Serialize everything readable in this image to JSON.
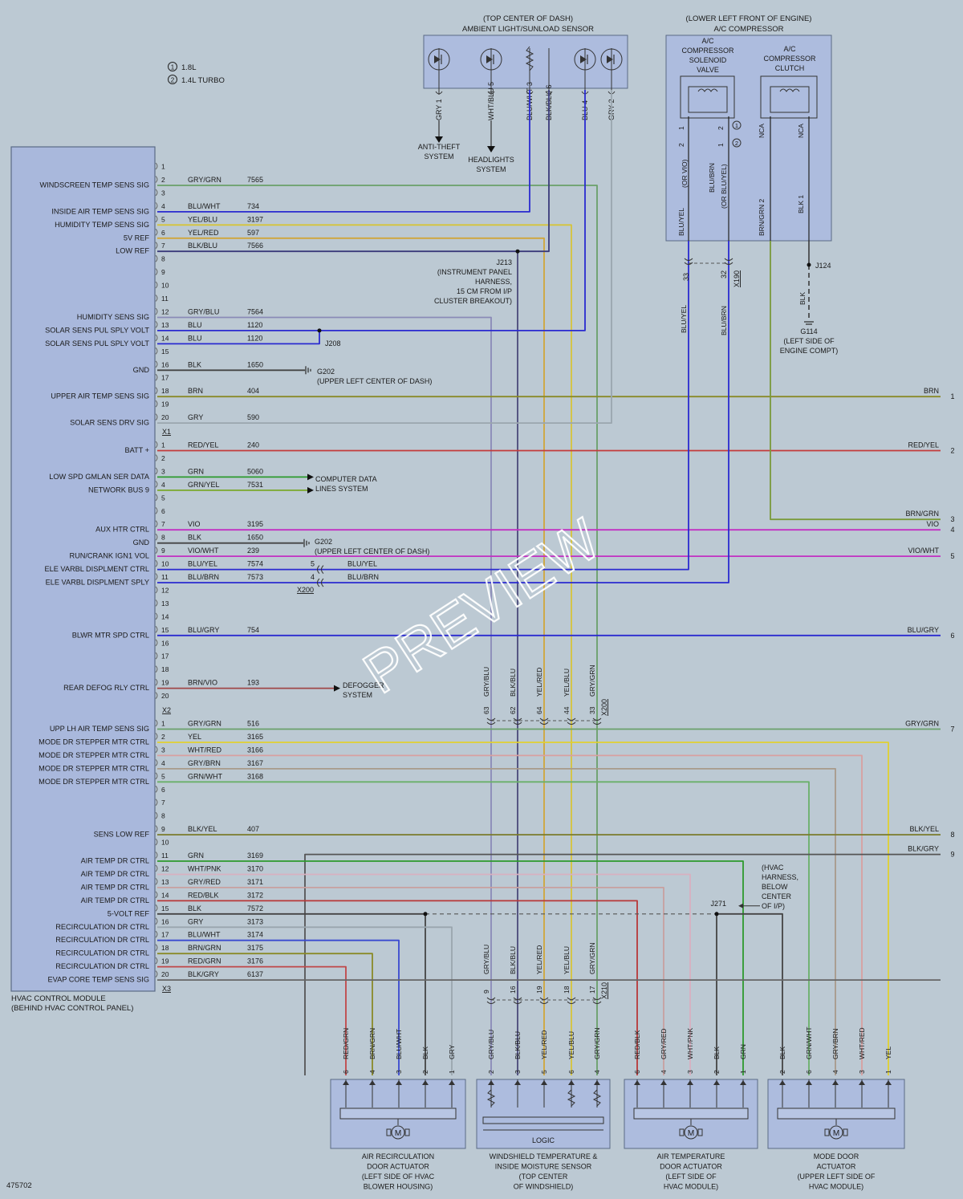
{
  "diagram": {
    "doc_number": "475702",
    "watermark": "PREVIEW",
    "legend": [
      {
        "num": "1",
        "text": "1.8L"
      },
      {
        "num": "2",
        "text": "1.4L TURBO"
      }
    ],
    "module": {
      "name_line1": "HVAC CONTROL MODULE",
      "name_line2": "(BEHIND HVAC CONTROL PANEL)"
    },
    "connectors": [
      "X1",
      "X2",
      "X3"
    ],
    "sensor_box": {
      "title_line1": "(TOP CENTER OF DASH)",
      "title_line2": "AMBIENT LIGHT/SUNLOAD SENSOR",
      "pins": [
        {
          "label": "GRY 1"
        },
        {
          "label": "WHT/BLU 5"
        },
        {
          "label": "BLU/WHT 3"
        },
        {
          "label": "BLK/BLU 6"
        },
        {
          "label": "BLU 4"
        },
        {
          "label": "GRY 2"
        }
      ]
    },
    "compressor_box": {
      "title_line1": "(LOWER LEFT FRONT OF ENGINE)",
      "title_line2": "A/C COMPRESSOR",
      "solenoid_label": [
        "A/C",
        "COMPRESSOR",
        "SOLENOID",
        "VALVE"
      ],
      "clutch_label": [
        "A/C",
        "COMPRESSOR",
        "CLUTCH"
      ],
      "wire_labels": [
        "BLU/YEL",
        "(OR VIO)",
        "BLU/BRN",
        "(OR BLU/YEL)",
        "BRN/GRN 2",
        "BLK 1"
      ],
      "pin_labels": [
        "1",
        "2",
        "2",
        "1",
        "NCA",
        "NCA"
      ]
    },
    "splices": {
      "j213": [
        "J213",
        "(INSTRUMENT PANEL",
        "HARNESS,",
        "15 CM FROM I/P",
        "CLUSTER BREAKOUT)"
      ],
      "j208": "J208",
      "j124": "J124",
      "j271": "J271",
      "hvac_harness": [
        "(HVAC",
        "HARNESS,",
        "BELOW",
        "CENTER",
        "OF I/P)"
      ]
    },
    "grounds": {
      "g202_a": [
        "G202",
        "(UPPER LEFT CENTER OF DASH)"
      ],
      "g202_b": [
        "G202",
        "(UPPER LEFT CENTER OF DASH)"
      ],
      "g114": [
        "G114",
        "(LEFT SIDE OF",
        "ENGINE COMPT)"
      ]
    },
    "destinations": {
      "anti_theft": [
        "ANTI-THEFT",
        "SYSTEM"
      ],
      "headlights": [
        "HEADLIGHTS",
        "SYSTEM"
      ],
      "computer_data": [
        "COMPUTER DATA",
        "LINES SYSTEM"
      ],
      "defogger": [
        "DEFOGGER",
        "SYSTEM"
      ]
    },
    "x200_labels": {
      "pin5": "5",
      "pin4": "4",
      "wire5": "BLU/YEL",
      "wire4": "BLU/BRN",
      "name": "X200"
    },
    "x190": {
      "pin33": "33",
      "pin32": "32",
      "name": "X190",
      "wire1": "BLU/YEL",
      "wire2": "BLU/BRN",
      "j124_wire": "BLK"
    },
    "x200_mid": {
      "name": "X200",
      "wires": [
        "GRY/BLU",
        "BLK/BLU",
        "YEL/RED",
        "YEL/BLU",
        "GRY/GRN"
      ],
      "pins": [
        "63",
        "62",
        "64",
        "44",
        "33"
      ]
    },
    "x210": {
      "name": "X210",
      "wires": [
        "GRY/BLU",
        "BLK/BLU",
        "YEL/RED",
        "YEL/BLU",
        "GRY/GRN"
      ],
      "pins": [
        "9",
        "16",
        "19",
        "18",
        "17"
      ]
    },
    "left_rows": [
      {
        "pin": "1",
        "label": "",
        "wire": "",
        "circuit": ""
      },
      {
        "pin": "2",
        "label": "WINDSCREEN TEMP SENS SIG",
        "wire": "GRY/GRN",
        "circuit": "7565"
      },
      {
        "pin": "3",
        "label": "",
        "wire": "",
        "circuit": ""
      },
      {
        "pin": "4",
        "label": "INSIDE AIR TEMP SENS SIG",
        "wire": "BLU/WHT",
        "circuit": "734"
      },
      {
        "pin": "5",
        "label": "HUMIDITY TEMP SENS SIG",
        "wire": "YEL/BLU",
        "circuit": "3197"
      },
      {
        "pin": "6",
        "label": "5V REF",
        "wire": "YEL/RED",
        "circuit": "597"
      },
      {
        "pin": "7",
        "label": "LOW REF",
        "wire": "BLK/BLU",
        "circuit": "7566"
      },
      {
        "pin": "8",
        "label": "",
        "wire": "",
        "circuit": ""
      },
      {
        "pin": "9",
        "label": "",
        "wire": "",
        "circuit": ""
      },
      {
        "pin": "10",
        "label": "",
        "wire": "",
        "circuit": ""
      },
      {
        "pin": "11",
        "label": "",
        "wire": "",
        "circuit": ""
      },
      {
        "pin": "12",
        "label": "HUMIDITY SENS SIG",
        "wire": "GRY/BLU",
        "circuit": "7564"
      },
      {
        "pin": "13",
        "label": "SOLAR SENS PUL SPLY VOLT",
        "wire": "BLU",
        "circuit": "1120"
      },
      {
        "pin": "14",
        "label": "SOLAR SENS PUL SPLY VOLT",
        "wire": "BLU",
        "circuit": "1120"
      },
      {
        "pin": "15",
        "label": "",
        "wire": "",
        "circuit": ""
      },
      {
        "pin": "16",
        "label": "GND",
        "wire": "BLK",
        "circuit": "1650"
      },
      {
        "pin": "17",
        "label": "",
        "wire": "",
        "circuit": ""
      },
      {
        "pin": "18",
        "label": "UPPER AIR TEMP SENS SIG",
        "wire": "BRN",
        "circuit": "404"
      },
      {
        "pin": "19",
        "label": "",
        "wire": "",
        "circuit": ""
      },
      {
        "pin": "20",
        "label": "SOLAR SENS DRV SIG",
        "wire": "GRY",
        "circuit": "590"
      },
      {
        "pin": "1",
        "label": "BATT +",
        "wire": "RED/YEL",
        "circuit": "240"
      },
      {
        "pin": "2",
        "label": "",
        "wire": "",
        "circuit": ""
      },
      {
        "pin": "3",
        "label": "LOW SPD GMLAN SER DATA",
        "wire": "GRN",
        "circuit": "5060"
      },
      {
        "pin": "4",
        "label": "NETWORK BUS 9",
        "wire": "GRN/YEL",
        "circuit": "7531"
      },
      {
        "pin": "5",
        "label": "",
        "wire": "",
        "circuit": ""
      },
      {
        "pin": "6",
        "label": "",
        "wire": "",
        "circuit": ""
      },
      {
        "pin": "7",
        "label": "AUX HTR CTRL",
        "wire": "VIO",
        "circuit": "3195"
      },
      {
        "pin": "8",
        "label": "GND",
        "wire": "BLK",
        "circuit": "1650"
      },
      {
        "pin": "9",
        "label": "RUN/CRANK IGN1 VOL",
        "wire": "VIO/WHT",
        "circuit": "239"
      },
      {
        "pin": "10",
        "label": "ELE VARBL DISPLMENT CTRL",
        "wire": "BLU/YEL",
        "circuit": "7574"
      },
      {
        "pin": "11",
        "label": "ELE VARBL DISPLMENT SPLY",
        "wire": "BLU/BRN",
        "circuit": "7573"
      },
      {
        "pin": "12",
        "label": "",
        "wire": "",
        "circuit": ""
      },
      {
        "pin": "13",
        "label": "",
        "wire": "",
        "circuit": ""
      },
      {
        "pin": "14",
        "label": "",
        "wire": "",
        "circuit": ""
      },
      {
        "pin": "15",
        "label": "BLWR MTR SPD CTRL",
        "wire": "BLU/GRY",
        "circuit": "754"
      },
      {
        "pin": "16",
        "label": "",
        "wire": "",
        "circuit": ""
      },
      {
        "pin": "17",
        "label": "",
        "wire": "",
        "circuit": ""
      },
      {
        "pin": "18",
        "label": "",
        "wire": "",
        "circuit": ""
      },
      {
        "pin": "19",
        "label": "REAR DEFOG RLY CTRL",
        "wire": "BRN/VIO",
        "circuit": "193"
      },
      {
        "pin": "20",
        "label": "",
        "wire": "",
        "circuit": ""
      },
      {
        "pin": "1",
        "label": "UPP LH AIR TEMP SENS SIG",
        "wire": "GRY/GRN",
        "circuit": "516"
      },
      {
        "pin": "2",
        "label": "MODE DR STEPPER MTR CTRL",
        "wire": "YEL",
        "circuit": "3165"
      },
      {
        "pin": "3",
        "label": "MODE DR STEPPER MTR CTRL",
        "wire": "WHT/RED",
        "circuit": "3166"
      },
      {
        "pin": "4",
        "label": "MODE DR STEPPER MTR CTRL",
        "wire": "GRY/BRN",
        "circuit": "3167"
      },
      {
        "pin": "5",
        "label": "MODE DR STEPPER MTR CTRL",
        "wire": "GRN/WHT",
        "circuit": "3168"
      },
      {
        "pin": "6",
        "label": "",
        "wire": "",
        "circuit": ""
      },
      {
        "pin": "7",
        "label": "",
        "wire": "",
        "circuit": ""
      },
      {
        "pin": "8",
        "label": "",
        "wire": "",
        "circuit": ""
      },
      {
        "pin": "9",
        "label": "SENS LOW REF",
        "wire": "BLK/YEL",
        "circuit": "407"
      },
      {
        "pin": "10",
        "label": "",
        "wire": "",
        "circuit": ""
      },
      {
        "pin": "11",
        "label": "AIR TEMP DR CTRL",
        "wire": "GRN",
        "circuit": "3169"
      },
      {
        "pin": "12",
        "label": "AIR TEMP DR CTRL",
        "wire": "WHT/PNK",
        "circuit": "3170"
      },
      {
        "pin": "13",
        "label": "AIR TEMP DR CTRL",
        "wire": "GRY/RED",
        "circuit": "3171"
      },
      {
        "pin": "14",
        "label": "AIR TEMP DR CTRL",
        "wire": "RED/BLK",
        "circuit": "3172"
      },
      {
        "pin": "15",
        "label": "5-VOLT REF",
        "wire": "BLK",
        "circuit": "7572"
      },
      {
        "pin": "16",
        "label": "RECIRCULATION DR CTRL",
        "wire": "GRY",
        "circuit": "3173"
      },
      {
        "pin": "17",
        "label": "RECIRCULATION DR CTRL",
        "wire": "BLU/WHT",
        "circuit": "3174"
      },
      {
        "pin": "18",
        "label": "RECIRCULATION DR CTRL",
        "wire": "BRN/GRN",
        "circuit": "3175"
      },
      {
        "pin": "19",
        "label": "RECIRCULATION DR CTRL",
        "wire": "RED/GRN",
        "circuit": "3176"
      },
      {
        "pin": "20",
        "label": "EVAP CORE TEMP SENS SIG",
        "wire": "BLK/GRY",
        "circuit": "6137"
      }
    ],
    "right_labels": [
      {
        "wire": "BRN",
        "num": "1"
      },
      {
        "wire": "RED/YEL",
        "num": "2"
      },
      {
        "wire": "BRN/GRN",
        "num": "3"
      },
      {
        "wire": "VIO",
        "num": "4"
      },
      {
        "wire": "VIO/WHT",
        "num": "5"
      },
      {
        "wire": "BLU/GRY",
        "num": "6"
      },
      {
        "wire": "GRY/GRN",
        "num": "7"
      },
      {
        "wire": "BLK/YEL",
        "num": "8"
      },
      {
        "wire": "BLK/GRY",
        "num": "9"
      }
    ],
    "components": [
      {
        "name": [
          "AIR RECIRCULATION",
          "DOOR ACTUATOR",
          "(LEFT SIDE OF HVAC",
          "BLOWER HOUSING)"
        ],
        "wires": [
          "RED/GRN",
          "BRN/GRN",
          "BLU/WHT",
          "BLK",
          "GRY"
        ],
        "pins": [
          "6",
          "4",
          "3",
          "2",
          "1"
        ]
      },
      {
        "name": [
          "WINDSHIELD TEMPERATURE &",
          "INSIDE MOISTURE SENSOR",
          "(TOP CENTER",
          "OF WINDSHIELD)"
        ],
        "wires": [
          "GRY/BLU",
          "BLK/BLU",
          "YEL/RED",
          "YEL/BLU",
          "GRY/GRN"
        ],
        "pins": [
          "2",
          "3",
          "5",
          "6",
          "4"
        ],
        "inner": "LOGIC"
      },
      {
        "name": [
          "AIR TEMPERATURE",
          "DOOR ACTUATOR",
          "(LEFT SIDE OF",
          "HVAC MODULE)"
        ],
        "wires": [
          "RED/BLK",
          "GRY/RED",
          "WHT/PNK",
          "BLK",
          "GRN"
        ],
        "pins": [
          "6",
          "4",
          "3",
          "2",
          "1"
        ]
      },
      {
        "name": [
          "MODE DOOR",
          "ACTUATOR",
          "(UPPER LEFT SIDE OF",
          "HVAC MODULE)"
        ],
        "wires": [
          "BLK",
          "GRN/WHT",
          "GRY/BRN",
          "WHT/RED",
          "YEL"
        ],
        "pins": [
          "2",
          "6",
          "4",
          "3",
          "1"
        ]
      }
    ],
    "motor_symbol": "M",
    "colors": {
      "background": "#bcc9d3",
      "module_fill": "#a9b8dc",
      "box_fill": "#adbcde",
      "text": "#1a1a1a",
      "wire_blue": "#2a2ad0",
      "wire_yellow": "#d6c43a",
      "wire_brown_green": "#8a8a28",
      "wire_red": "#c43a3a",
      "wire_violet": "#c230c2",
      "wire_green": "#2d9a2d",
      "wire_gray": "#8b9aa4"
    }
  }
}
